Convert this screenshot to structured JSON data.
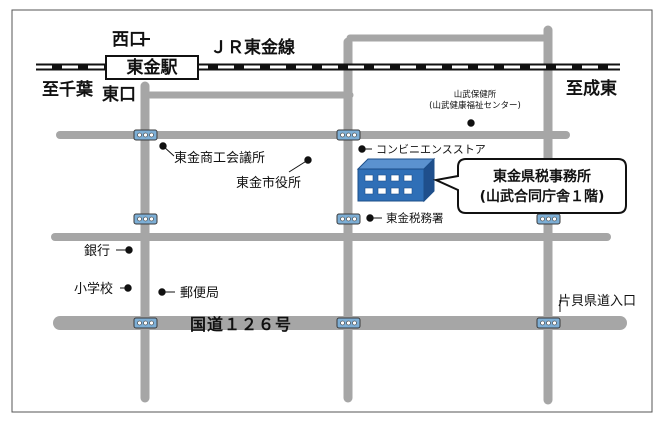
{
  "map": {
    "railway": {
      "name": "ＪＲ東金線",
      "station": "東金駅"
    },
    "exits": {
      "west": "西口",
      "east": "東口"
    },
    "directions": {
      "left": "至千葉",
      "right": "至成東"
    },
    "route": "国道１２６号",
    "target": {
      "line1": "東金県税事務所",
      "line2": "(山武合同庁舎１階)"
    },
    "places": {
      "health_center_line1": "山武保健所",
      "health_center_line2": "(山武健康福祉センター)",
      "convenience_store": "コンビニエンスストア",
      "chamber_of_commerce": "東金商工会議所",
      "city_hall": "東金市役所",
      "tax_office": "東金税務署",
      "bank": "銀行",
      "elementary_school": "小学校",
      "post_office": "郵便局",
      "prefectural_road_entrance": "片貝県道入口"
    },
    "colors": {
      "road": "#a6a6a6",
      "building": "#2f6fb7",
      "signal": "#7dafd6",
      "rail": "#111111"
    },
    "icons": {
      "signal": "traffic-signal-icon",
      "place": "place-dot-icon",
      "building": "building-icon"
    }
  }
}
